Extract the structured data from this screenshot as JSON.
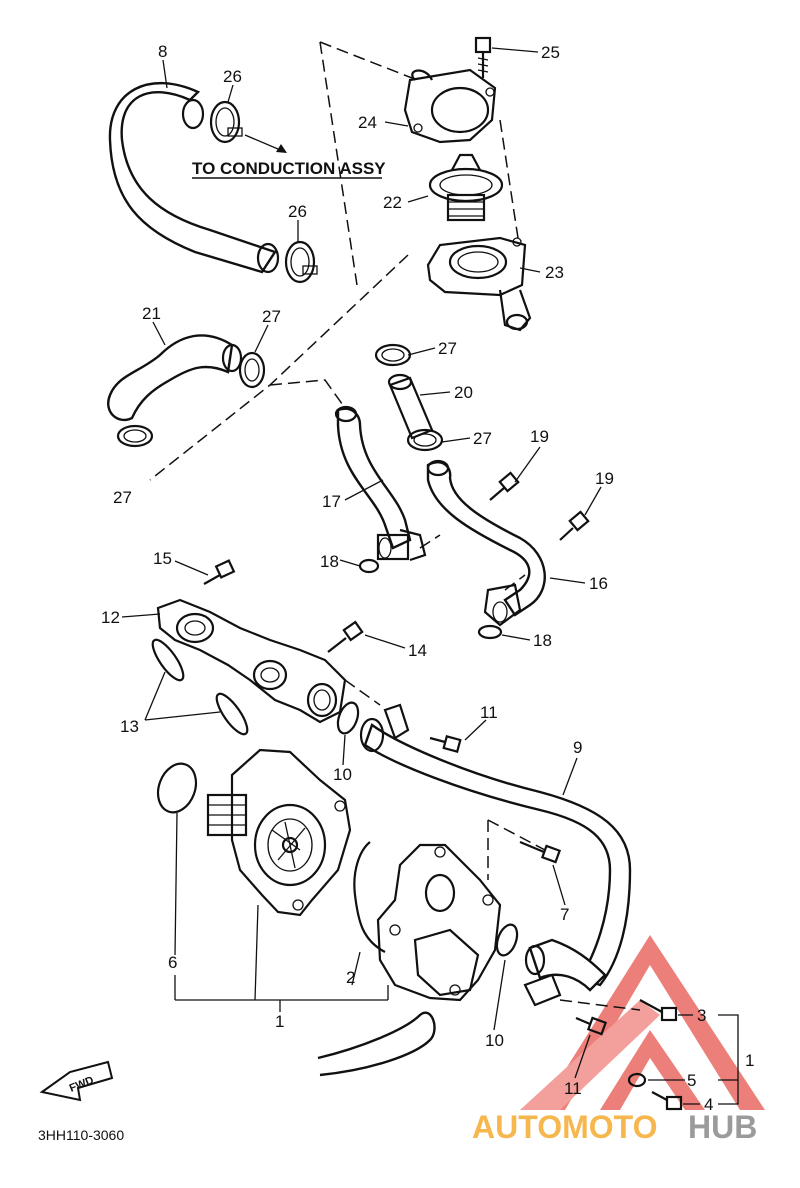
{
  "diagram": {
    "figure_code": "3HH110-3060",
    "conduction_note": "TO CONDUCTION ASSY",
    "fwd_label": "FWD",
    "callouts": [
      "8",
      "26",
      "26",
      "25",
      "24",
      "22",
      "23",
      "21",
      "27",
      "27",
      "27",
      "20",
      "27",
      "19",
      "19",
      "17",
      "18",
      "16",
      "18",
      "15",
      "12",
      "14",
      "13",
      "11",
      "10",
      "9",
      "7",
      "6",
      "2",
      "1",
      "10",
      "3",
      "11",
      "5",
      "4",
      "1"
    ]
  },
  "watermark": {
    "text_a": "AUTOMOTO",
    "text_b": "HUB",
    "color_red": "#e8554e",
    "color_orange": "#f5a623",
    "color_gray": "#8a8a8a"
  }
}
